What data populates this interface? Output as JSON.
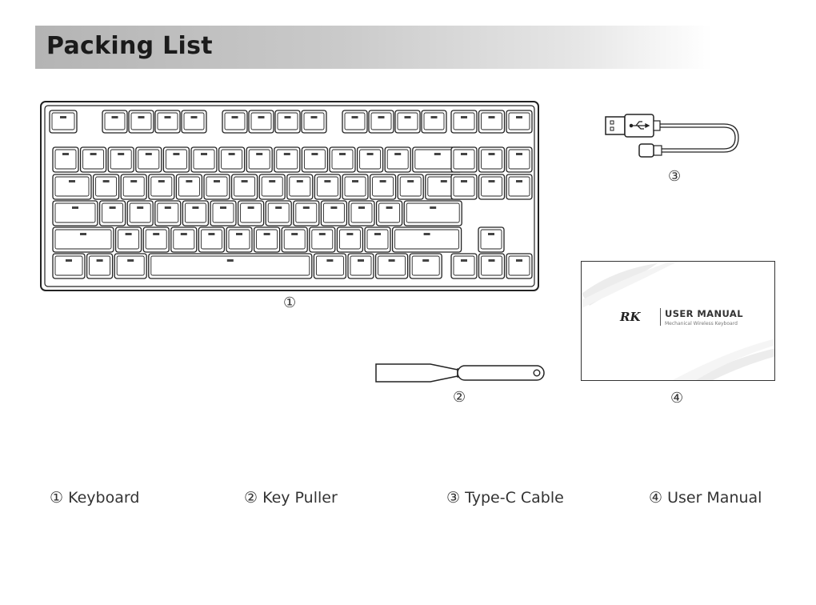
{
  "header": {
    "title": "Packing List"
  },
  "items": [
    {
      "marker": "①",
      "caption": "① Keyboard"
    },
    {
      "marker": "②",
      "caption": "② Key Puller"
    },
    {
      "marker": "③",
      "caption": "③ Type-C Cable"
    },
    {
      "marker": "④",
      "caption": "④ User Manual"
    }
  ],
  "manual": {
    "logo": "RK",
    "title": "USER MANUAL",
    "subtitle": "Mechanical Wireless Keyboard"
  }
}
